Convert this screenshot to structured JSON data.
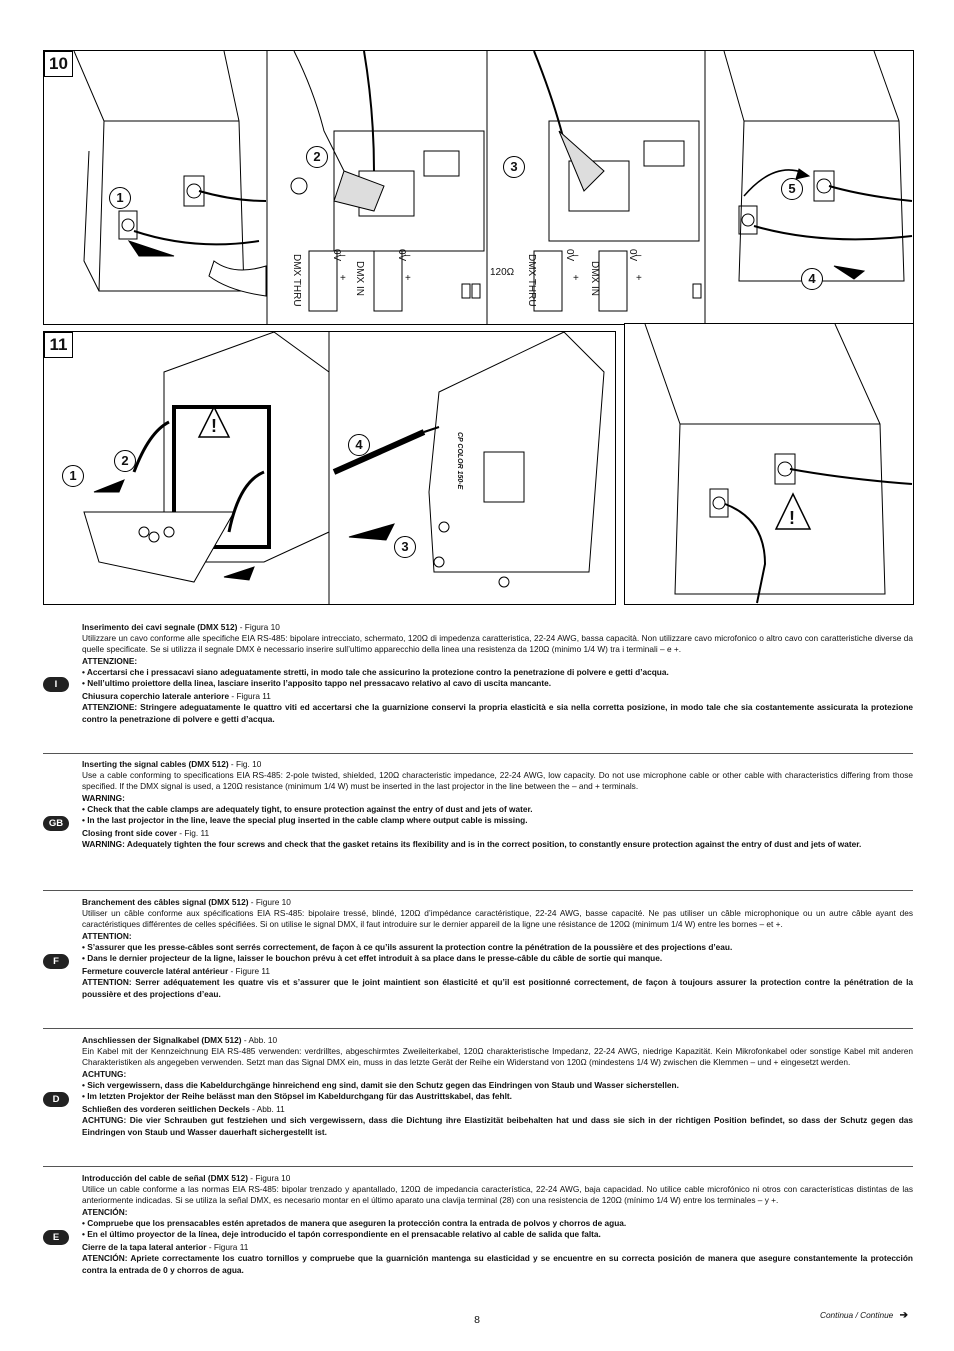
{
  "figures": {
    "fig10": {
      "number": "10",
      "panels": [
        {
          "callouts": [
            "1"
          ]
        },
        {
          "callouts": [
            "2"
          ],
          "labels": [
            "DMX THRU",
            "DMX IN",
            "0V",
            "−",
            "+",
            "0V",
            "−",
            "+"
          ]
        },
        {
          "callouts": [
            "3"
          ],
          "labels": [
            "120Ω",
            "DMX THRU",
            "DMX IN",
            "0V",
            "−",
            "+",
            "0V",
            "−",
            "+"
          ]
        },
        {
          "callouts": [
            "5",
            "4"
          ]
        }
      ]
    },
    "fig11": {
      "number": "11",
      "panels": [
        {
          "callouts": [
            "1",
            "2"
          ],
          "warning": "!"
        },
        {
          "callouts": [
            "4",
            "3"
          ],
          "body_text": "CP COLOR 150-E"
        },
        {
          "warning": "!"
        }
      ]
    }
  },
  "sections": [
    {
      "lang": "I",
      "heading1": "Inserimento dei cavi segnale (DMX 512)",
      "ref1": " - Figura 10",
      "body1": "Utilizzare un cavo conforme alle specifiche EIA RS-485: bipolare intrecciato, schermato, 120Ω di impedenza caratteristica, 22-24 AWG, bassa capacità. Non utilizzare cavo microfonico o altro cavo con caratteristiche diverse da quelle specificate. Se si utilizza il segnale DMX è necessario inserire sull’ultimo apparecchio della linea una resistenza da 120Ω (minimo 1/4 W) tra i terminali – e +.",
      "warn_label": "ATTENZIONE:",
      "bullet1": "• Accertarsi che i pressacavi siano adeguatamente stretti, in modo tale che assicurino la protezione contro la penetrazione di polvere e getti d’acqua.",
      "bullet2": "• Nell’ultimo proiettore della linea, lasciare inserito l’apposito tappo  nel pressacavo relativo al cavo di uscita mancante.",
      "heading2": "Chiusura coperchio laterale anteriore",
      "ref2": " - Figura 11",
      "body2": "ATTENZIONE: Stringere adeguatamente le quattro viti ed accertarsi che la guarnizione conservi la propria elasticità e sia nella corretta posizione, in modo tale che sia costantemente assicurata la protezione contro la penetrazione di polvere e getti d’acqua."
    },
    {
      "lang": "GB",
      "heading1": "Inserting the signal cables (DMX 512)",
      "ref1": " - Fig. 10",
      "body1": "Use a cable conforming to specifications EIA RS-485: 2-pole twisted, shielded, 120Ω characteristic impedance, 22-24 AWG, low capacity. Do not use microphone cable or other cable with characteristics differing from those specified. If the DMX signal is used, a 120Ω resistance (minimum 1/4 W) must be inserted in the last projector in the line between the – and + terminals.",
      "warn_label": "WARNING:",
      "bullet1": "• Check that the cable clamps are adequately tight, to ensure protection against the entry of dust and jets of water.",
      "bullet2": "• In the last projector in the line, leave the special plug inserted in the cable clamp where output cable is missing.",
      "heading2": "Closing front side cover",
      "ref2": " - Fig. 11",
      "body2": "WARNING:  Adequately tighten the four screws and check that the gasket retains its flexibility and is in the correct position, to constantly ensure protection against the entry of dust and jets of water."
    },
    {
      "lang": "F",
      "heading1": "Branchement des câbles signal (DMX 512)",
      "ref1": " - Figure 10",
      "body1": "Utiliser un câble conforme aux spécifications EIA RS-485: bipolaire tressé, blindé, 120Ω d’impédance caractéristique, 22-24 AWG, basse capacité. Ne pas utiliser un câble microphonique ou un autre câble ayant des caractéristiques différentes de celles spécifiées. Si on utilise le signal DMX, il faut introduire sur le dernier appareil de la ligne une résistance de 120Ω (minimum 1/4 W) entre les bornes – et +.",
      "warn_label": "ATTENTION:",
      "bullet1": "• S’assurer que les presse-câbles sont serrés correctement, de façon à ce qu’ils assurent la protection contre la pénétration de la poussière et des projections d’eau.",
      "bullet2": "• Dans le dernier projecteur de la ligne, laisser le bouchon prévu à cet effet introduit à sa place dans le presse-câble du câble de sortie qui manque.",
      "heading2": "Fermeture couvercle latéral antérieur",
      "ref2": " - Figure 11",
      "body2": "ATTENTION: Serrer adéquatement les quatre vis et s’assurer que le joint maintient son élasticité et qu’il est positionné correctement, de façon à toujours assurer la protection contre la pénétration de la poussière et des projections d’eau."
    },
    {
      "lang": "D",
      "heading1": "Anschliessen der Signalkabel (DMX 512)",
      "ref1": " - Abb. 10",
      "body1": "Ein Kabel mit der Kennzeichnung EIA RS-485 verwenden: verdrilltes, abgeschirmtes Zweileiterkabel, 120Ω charakteristische Impedanz, 22-24 AWG, niedrige Kapazität. Kein Mikrofonkabel oder sonstige Kabel mit anderen Charakteristiken als angegeben verwenden. Setzt man das Signal DMX ein, muss in das letzte Gerät der Reihe ein Widerstand von 120Ω (mindestens 1/4 W) zwischen die Klemmen – und + eingesetzt werden.",
      "warn_label": "ACHTUNG:",
      "bullet1": "• Sich vergewissern, dass die Kabeldurchgänge hinreichend eng sind, damit sie den Schutz gegen das Eindringen von Staub und Wasser sicherstellen.",
      "bullet2": "• Im letzten Projektor der Reihe belässt man den Stöpsel im Kabeldurchgang für das Austrittskabel, das fehlt.",
      "heading2": "Schließen des vorderen seitlichen Deckels",
      "ref2": " - Abb. 11",
      "body2": "ACHTUNG: Die vier Schrauben gut festziehen und sich vergewissern, dass die Dichtung ihre Elastizität beibehalten hat und dass sie sich in der richtigen Position befindet, so dass der Schutz gegen das Eindringen von Staub und Wasser dauerhaft sichergestellt ist."
    },
    {
      "lang": "E",
      "heading1": "Introducción del cable de señal (DMX 512)",
      "ref1": " - Figura 10",
      "body1": "Utilice un cable conforme a las normas EIA RS-485: bipolar trenzado y apantallado, 120Ω de impedancia característica, 22-24 AWG, baja capacidad. No utilice cable microfónico ni otros con características distintas de las anteriormente indicadas. Si se utiliza la señal DMX, es necesario montar en el último aparato una clavija terminal (28) con una resistencia de 120Ω (mínimo 1/4 W) entre los terminales – y +.",
      "warn_label": "ATENCIÓN:",
      "bullet1": "• Compruebe que los prensacables estén apretados de manera que aseguren la protección contra la entrada de polvos y chorros de agua.",
      "bullet2": "• En el último proyector de la  línea, deje introducido el tapón correspondiente en el prensacable relativo al cable de salida que falta.",
      "heading2": "Cierre de la tapa lateral anterior",
      "ref2": " - Figura 11",
      "body2": "ATENCIÓN: Apriete correctamente los cuatro tornillos y compruebe que la guarnición mantenga su elasticidad y se encuentre en su correcta posición de manera que asegure constantemente la protección contra la entrada de 0 y chorros de agua."
    }
  ],
  "footer": {
    "page_number": "8",
    "continue_text": "Continua / Continue",
    "arrow": "➔"
  }
}
